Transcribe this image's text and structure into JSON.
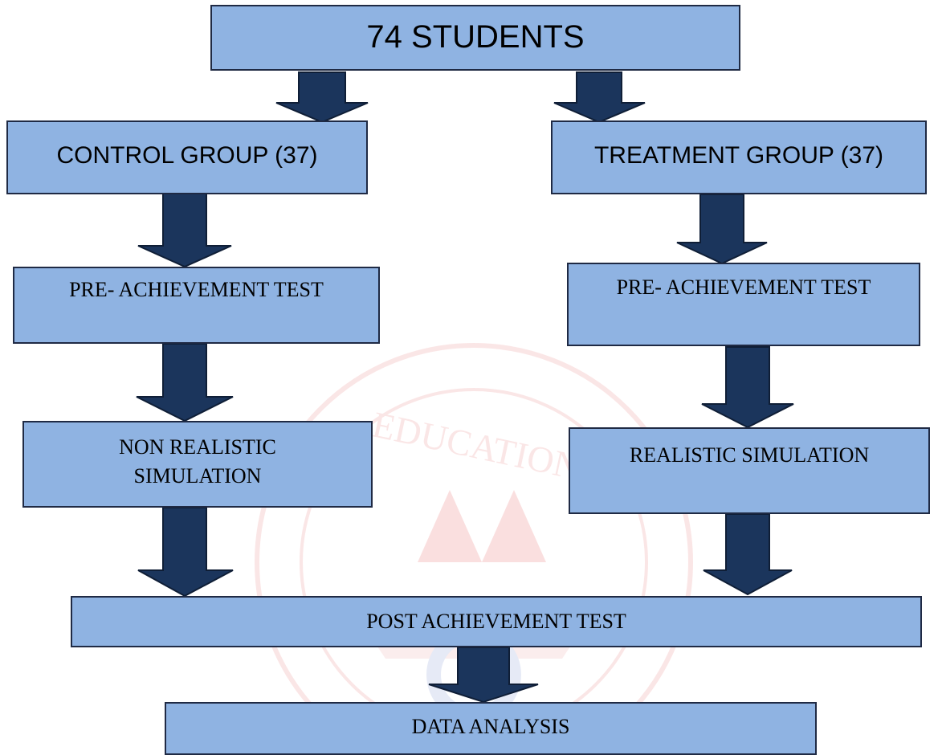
{
  "diagram": {
    "top": {
      "label": "74 STUDENTS"
    },
    "left": {
      "group": "CONTROL GROUP (37)",
      "pretest": "PRE- ACHIEVEMENT TEST",
      "simulation_line1": "NON REALISTIC",
      "simulation_line2": "SIMULATION"
    },
    "right": {
      "group": "TREATMENT GROUP (37)",
      "pretest": "PRE- ACHIEVEMENT TEST",
      "simulation": "REALISTIC SIMULATION"
    },
    "post": {
      "label": "POST ACHIEVEMENT TEST"
    },
    "analysis": {
      "label": "DATA ANALYSIS"
    },
    "watermark": {
      "text": "EDUCATION"
    },
    "colors": {
      "box_fill": "#8fb3e2",
      "box_border": "#1f2a44",
      "arrow_fill": "#1b355c",
      "arrow_stroke": "#0f1e36",
      "watermark": "#f3b8b8"
    }
  }
}
